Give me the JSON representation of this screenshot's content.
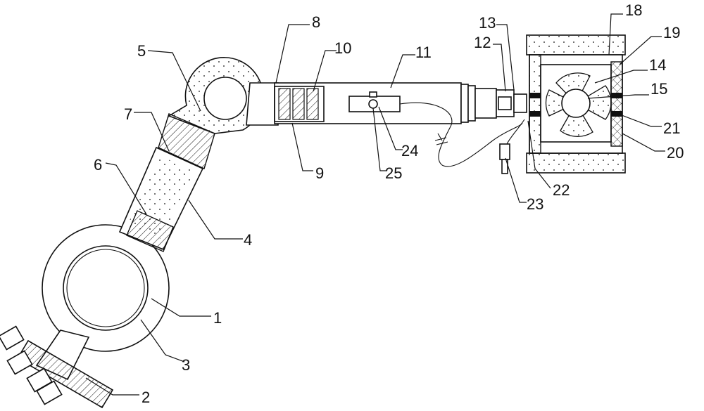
{
  "labels": {
    "l1": "1",
    "l2": "2",
    "l3": "3",
    "l4": "4",
    "l5": "5",
    "l6": "6",
    "l7": "7",
    "l8": "8",
    "l9": "9",
    "l10": "10",
    "l11": "11",
    "l12": "12",
    "l13": "13",
    "l14": "14",
    "l15": "15",
    "l18": "18",
    "l19": "19",
    "l20": "20",
    "l21": "21",
    "l22": "22",
    "l23": "23",
    "l24": "24",
    "l25": "25"
  }
}
